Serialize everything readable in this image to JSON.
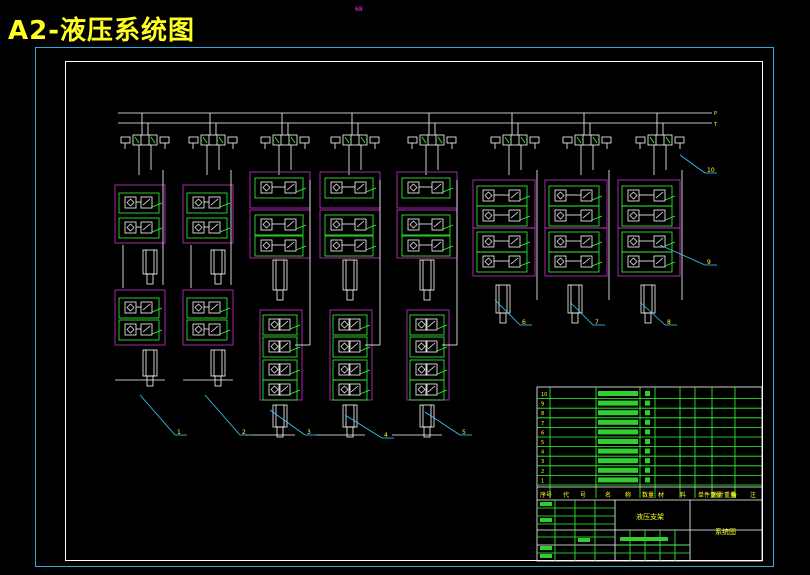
{
  "title": "A2-液压系统图",
  "top_mark": "68",
  "supply_lines": [
    "P",
    "T"
  ],
  "callouts": [
    "1",
    "2",
    "3",
    "4",
    "5",
    "6",
    "7",
    "8",
    "9",
    "10"
  ],
  "title_block": {
    "item_numbers": [
      "10",
      "9",
      "8",
      "7",
      "6",
      "5",
      "4",
      "3",
      "2",
      "1"
    ],
    "header": [
      "序号",
      "代",
      "号",
      "名",
      "称",
      "数量",
      "材",
      "料",
      "单件重量",
      "总计重量",
      "备",
      "注"
    ],
    "drawing_name": "液压支架",
    "sheet_label": "系统图"
  },
  "colors": {
    "frame": "#33aadd",
    "lines": "#ffffff",
    "valves": "#33ff33",
    "modules": "#cc33cc",
    "title": "#ffff22",
    "callout": "#33ccff"
  }
}
